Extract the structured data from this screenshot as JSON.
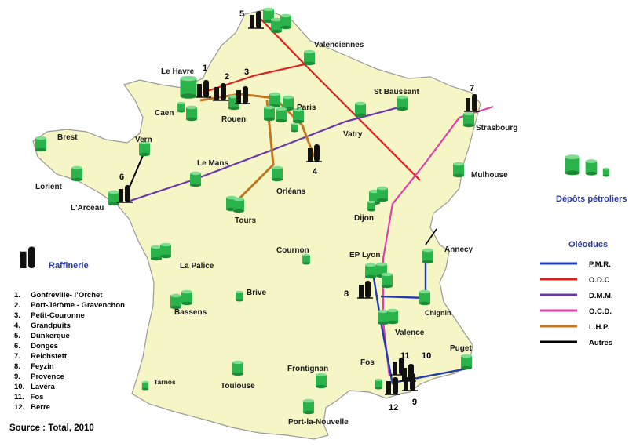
{
  "colors": {
    "land": "#f6f5c6",
    "border": "#9a9a9a",
    "depot": "#2ab34a",
    "depot_dark": "#1d8a38",
    "refinery": "#111111",
    "legend_blue": "#2b3a9c",
    "pmr": "#1f3cb0",
    "odc": "#e02020",
    "dmm": "#6a38a8",
    "ocd": "#e040a8",
    "lhp": "#c07820",
    "autres": "#000000"
  },
  "cities": [
    {
      "id": "valenciennes",
      "name": "Valenciennes"
    },
    {
      "id": "le-havre",
      "name": "Le Havre"
    },
    {
      "id": "caen",
      "name": "Caen"
    },
    {
      "id": "rouen",
      "name": "Rouen"
    },
    {
      "id": "paris",
      "name": "Paris"
    },
    {
      "id": "st-baussant",
      "name": "St Baussant"
    },
    {
      "id": "strasbourg",
      "name": "Strasbourg"
    },
    {
      "id": "brest",
      "name": "Brest"
    },
    {
      "id": "vern",
      "name": "Vern"
    },
    {
      "id": "vatry",
      "name": "Vatry"
    },
    {
      "id": "le-mans",
      "name": "Le Mans"
    },
    {
      "id": "mulhouse",
      "name": "Mulhouse"
    },
    {
      "id": "lorient",
      "name": "Lorient"
    },
    {
      "id": "orleans",
      "name": "Orléans"
    },
    {
      "id": "larceau",
      "name": "L'Arceau"
    },
    {
      "id": "tours",
      "name": "Tours"
    },
    {
      "id": "dijon",
      "name": "Dijon"
    },
    {
      "id": "cournon",
      "name": "Cournon"
    },
    {
      "id": "annecy",
      "name": "Annecy"
    },
    {
      "id": "ep-lyon",
      "name": "EP Lyon"
    },
    {
      "id": "la-palice",
      "name": "La Palice"
    },
    {
      "id": "brive",
      "name": "Brive"
    },
    {
      "id": "chignin",
      "name": "Chignin"
    },
    {
      "id": "bassens",
      "name": "Bassens"
    },
    {
      "id": "valence",
      "name": "Valence"
    },
    {
      "id": "puget",
      "name": "Puget"
    },
    {
      "id": "fos",
      "name": "Fos"
    },
    {
      "id": "frontignan",
      "name": "Frontignan"
    },
    {
      "id": "tarnos",
      "name": "Tarnos"
    },
    {
      "id": "toulouse",
      "name": "Toulouse"
    },
    {
      "id": "port-la-nouvelle",
      "name": "Port-la-Nouvelle"
    }
  ],
  "refinery_numbers": [
    "1",
    "2",
    "3",
    "4",
    "5",
    "6",
    "7",
    "8",
    "9",
    "10",
    "11",
    "12"
  ],
  "legend": {
    "depots_title": "Dépôts pétroliers",
    "refinery_title": "Raffinerie",
    "refineries": [
      "1.     Gonfreville- l’Orchet",
      "2.     Port-Jérôme - Gravenchon",
      "3.     Petit-Couronne",
      "4.     Grandpuits",
      "5.     Dunkerque",
      "6.     Donges",
      "7.     Reichstett",
      "8.     Feyzin",
      "9.     Provence",
      "10.   Lavéra",
      "11.   Fos",
      "12.   Berre"
    ],
    "pipelines_title": "Oléoducs",
    "pipelines": [
      {
        "label": "P.M.R.",
        "color": "#1f3cb0"
      },
      {
        "label": "O.D.C",
        "color": "#e02020"
      },
      {
        "label": "D.M.M.",
        "color": "#6a38a8"
      },
      {
        "label": "O.C.D.",
        "color": "#e040a8"
      },
      {
        "label": "L.H.P.",
        "color": "#c07820"
      },
      {
        "label": "Autres",
        "color": "#000000"
      }
    ]
  },
  "source": "Source : Total, 2010"
}
